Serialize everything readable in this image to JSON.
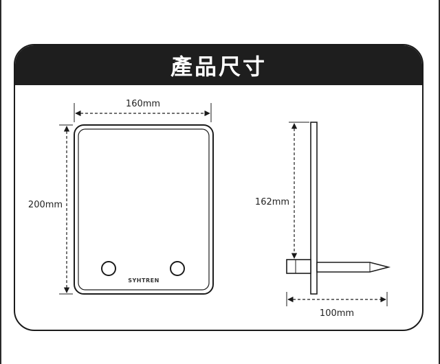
{
  "banner": {
    "title": "產品尺寸"
  },
  "front_view": {
    "width_label": "160mm",
    "height_label": "200mm",
    "brand": "SYHTREN"
  },
  "side_view": {
    "height_label": "162mm",
    "depth_label": "100mm"
  },
  "colors": {
    "banner": "#1e1e1e",
    "line": "#1a1a1a",
    "text": "#222222"
  }
}
